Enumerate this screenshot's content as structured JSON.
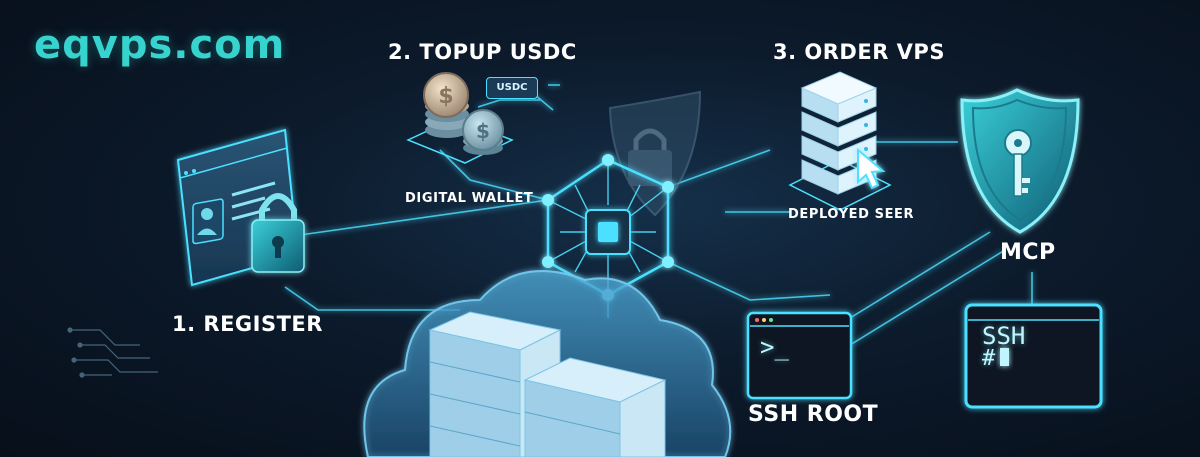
{
  "brand": {
    "name": "eqvps.com"
  },
  "steps": {
    "register": "1. REGISTER",
    "topup": "2. TOPUP USDC",
    "order": "3. ORDER VPS"
  },
  "labels": {
    "wallet": "DIGITAL WALLET",
    "deployed": "DEPLOYED SEER",
    "mcp": "MCP",
    "ssh_root": "SSH ROOT",
    "coin_tag": "USDC"
  },
  "terminals": {
    "small_prompt": ">_",
    "large_line1": "SSH",
    "large_line2": "# "
  },
  "icons": {
    "register": "id-card-icon",
    "lock": "padlock-icon",
    "coins": "coin-stack-icon",
    "chip": "chip-hub-icon",
    "shield": "shield-icon",
    "key_shield": "key-shield-icon",
    "server": "server-rack-icon",
    "cursor": "mouse-cursor-icon",
    "cloud": "cloud-server-icon",
    "terminal": "terminal-icon"
  },
  "colors": {
    "brand": "#37d4cf",
    "glow": "#4ce0ff",
    "background": "#0c1a2b"
  }
}
